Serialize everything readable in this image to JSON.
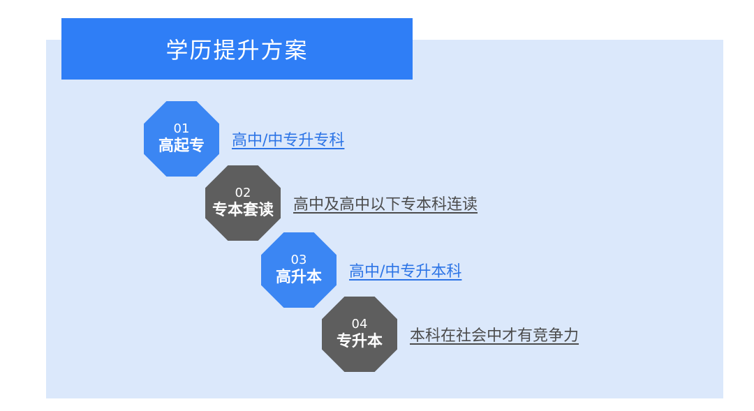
{
  "title": "学历提升方案",
  "colors": {
    "blue": "#3b86f3",
    "title_blue": "#2f7ef6",
    "gray": "#5e5e5e",
    "panel": "#dbe8fb"
  },
  "steps": [
    {
      "num": "01",
      "label": "高起专",
      "text": "高中/中专升专科",
      "color": "blue"
    },
    {
      "num": "02",
      "label": "专本套读",
      "text": "高中及高中以下专本科连读",
      "color": "gray"
    },
    {
      "num": "03",
      "label": "高升本",
      "text": "高中/中专升本科",
      "color": "blue"
    },
    {
      "num": "04",
      "label": "专升本",
      "text": "本科在社会中才有竞争力",
      "color": "gray"
    }
  ]
}
